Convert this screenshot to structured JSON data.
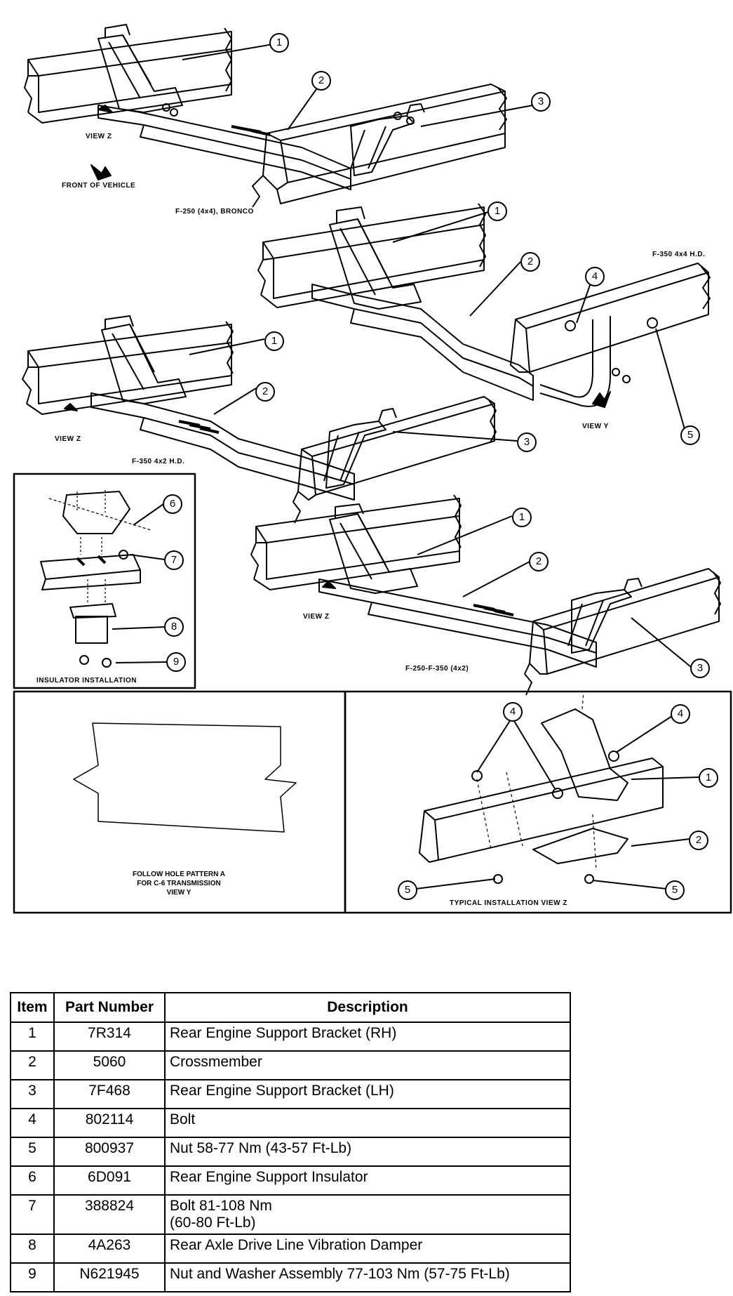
{
  "diagram": {
    "view_z": "VIEW Z",
    "view_y": "VIEW Y",
    "front_of_vehicle": "FRONT OF VEHICLE",
    "variants": {
      "f250_4x4_bronco": "F-250 (4x4), BRONCO",
      "f350_4x4_hd": "F-350 4x4 H.D.",
      "f350_4x2_hd": "F-350 4x2 H.D.",
      "f250_f350_4x2": "F-250-F-350 (4x2)"
    },
    "insulator_installation": "INSULATOR INSTALLATION",
    "hole_pattern_caption": [
      "FOLLOW HOLE PATTERN A",
      "FOR C-6 TRANSMISSION",
      "VIEW Y"
    ],
    "typical_installation": "TYPICAL INSTALLATION  VIEW Z",
    "callouts": {
      "a1": "1",
      "a2": "2",
      "a3": "3",
      "b1": "1",
      "b2": "2",
      "b4": "4",
      "b5": "5",
      "c1": "1",
      "c2": "2",
      "c3": "3",
      "d1": "1",
      "d2": "2",
      "d3": "3",
      "i6": "6",
      "i7": "7",
      "i8": "8",
      "i9": "9",
      "t4a": "4",
      "t4b": "4",
      "t1": "1",
      "t2": "2",
      "t5a": "5",
      "t5b": "5"
    }
  },
  "table": {
    "headers": [
      "Item",
      "Part Number",
      "Description"
    ],
    "rows": [
      {
        "item": "1",
        "part": "7R314",
        "desc": "Rear Engine Support Bracket (RH)"
      },
      {
        "item": "2",
        "part": "5060",
        "desc": "Crossmember"
      },
      {
        "item": "3",
        "part": "7F468",
        "desc": "Rear Engine Support Bracket (LH)"
      },
      {
        "item": "4",
        "part": "802114",
        "desc": "Bolt"
      },
      {
        "item": "5",
        "part": "800937",
        "desc": "Nut 58-77 Nm (43-57 Ft-Lb)"
      },
      {
        "item": "6",
        "part": "6D091",
        "desc": "Rear Engine Support Insulator"
      },
      {
        "item": "7",
        "part": "388824",
        "desc": "Bolt 81-108 Nm",
        "desc2": "(60-80 Ft-Lb)"
      },
      {
        "item": "8",
        "part": "4A263",
        "desc": "Rear Axle Drive Line Vibration Damper"
      },
      {
        "item": "9",
        "part": "N621945",
        "desc": "Nut and Washer Assembly 77-103 Nm (57-75 Ft-Lb)"
      }
    ]
  }
}
